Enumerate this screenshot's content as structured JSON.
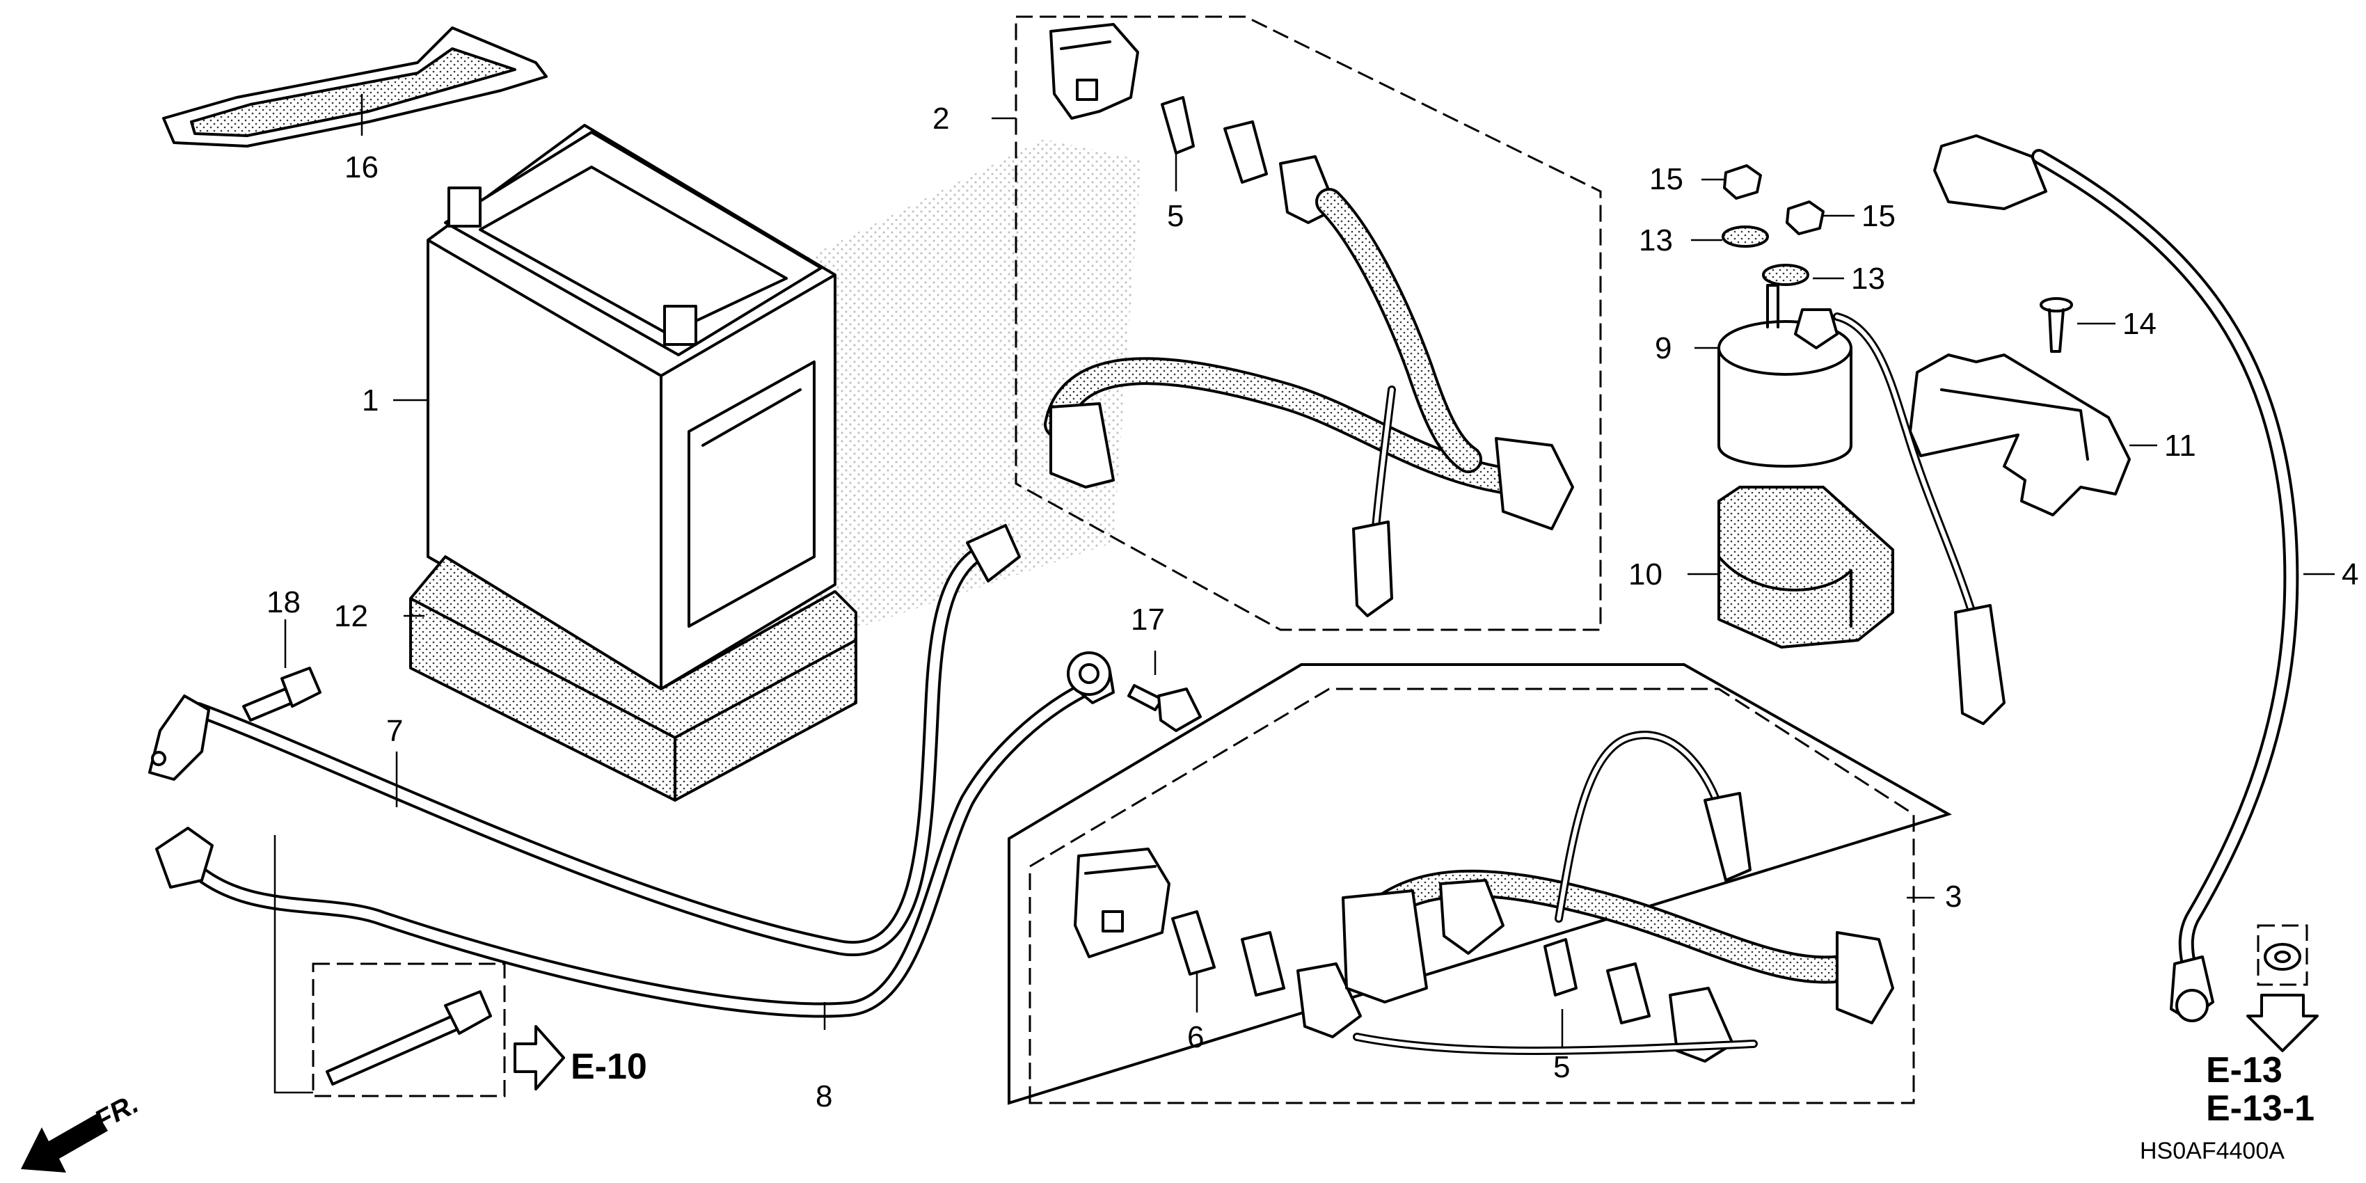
{
  "diagram_code": "HS0AF4400A",
  "direction_label": "FR.",
  "references": {
    "e10": "E-10",
    "e13": "E-13",
    "e13_1": "E-13-1"
  },
  "part_numbers": {
    "p1": "1",
    "p2": "2",
    "p3": "3",
    "p4": "4",
    "p5a": "5",
    "p5b": "5",
    "p6": "6",
    "p7": "7",
    "p8": "8",
    "p9": "9",
    "p10": "10",
    "p11": "11",
    "p12": "12",
    "p13a": "13",
    "p13b": "13",
    "p14": "14",
    "p15a": "15",
    "p15b": "15",
    "p16": "16",
    "p17": "17",
    "p18": "18"
  }
}
